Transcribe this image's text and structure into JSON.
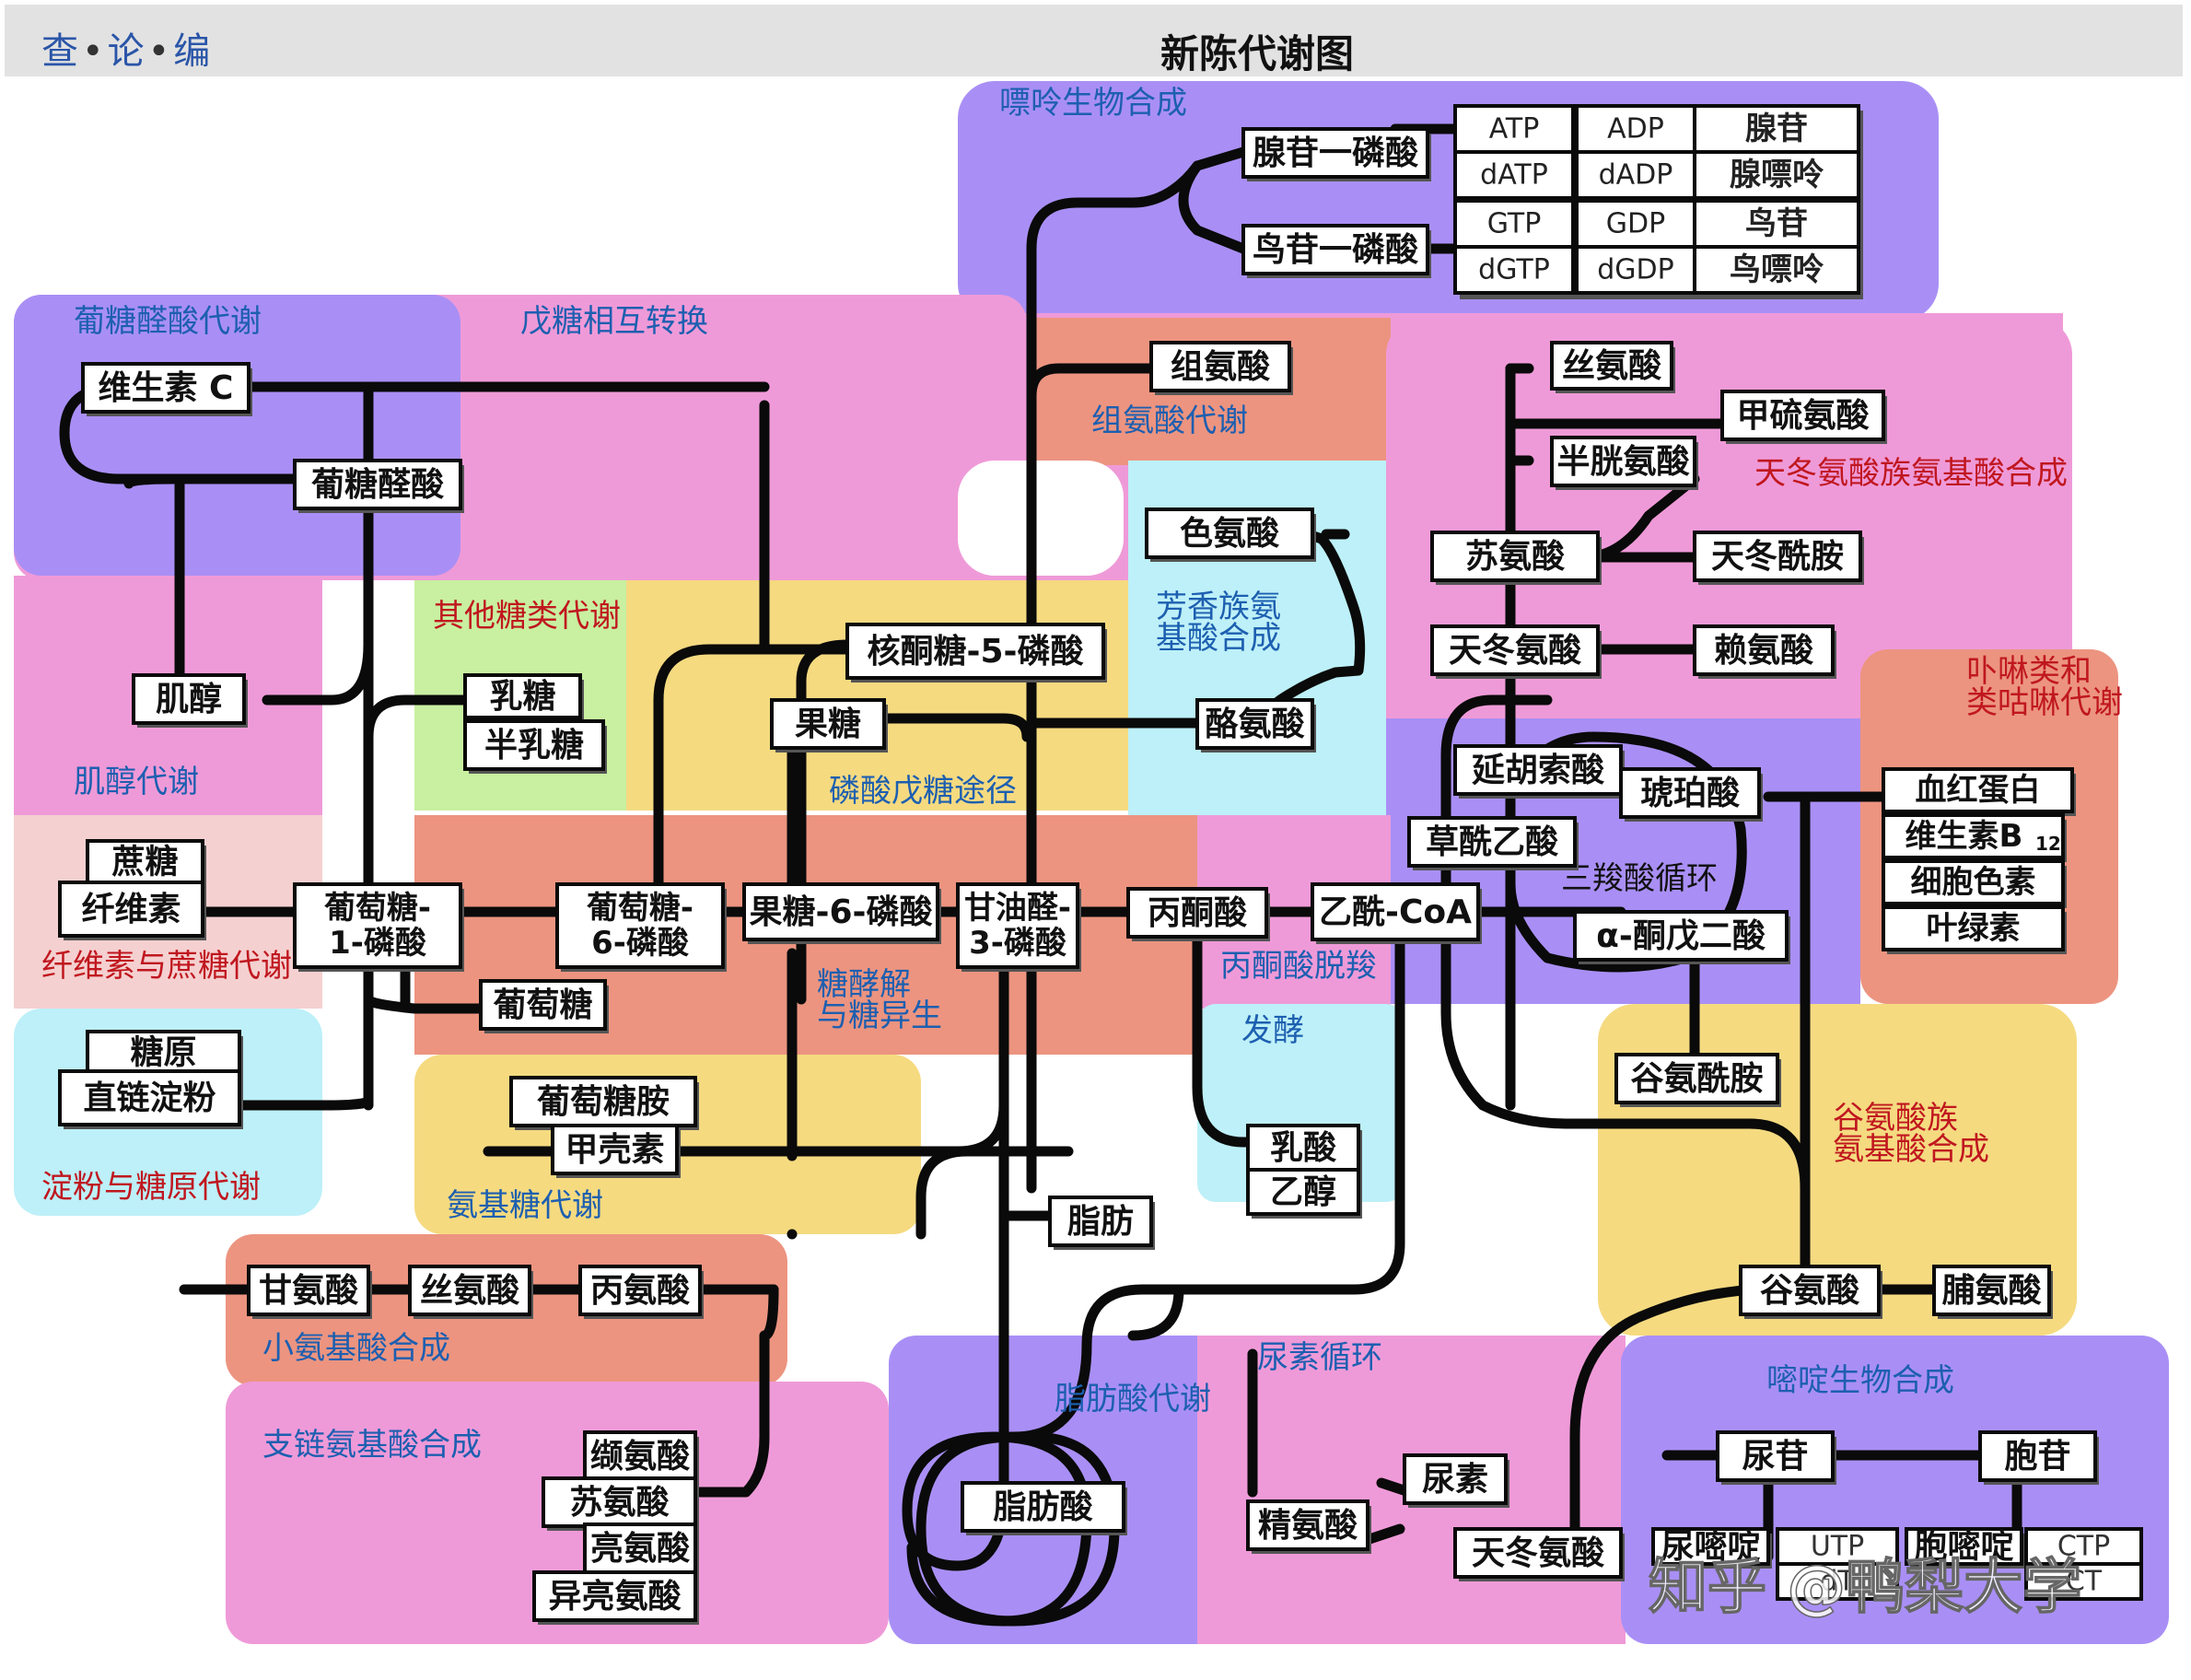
{
  "header": {
    "links": [
      "查",
      "论",
      "编"
    ],
    "separator": "•",
    "title": "新陈代谢图"
  },
  "colors": {
    "purple": "#a98ff5",
    "pink": "#ef9ad8",
    "salmon": "#ec9480",
    "yellow": "#f5da80",
    "cyan": "#bdf0f8",
    "green": "#c8f0a0",
    "lightpink": "#f5d0d0",
    "line": "#0a0a0a",
    "label_blue": "#1d5fb0",
    "label_red": "#c0171f"
  },
  "regions": [
    {
      "id": "purine",
      "label": "嘌呤生物合成",
      "color": "blue"
    },
    {
      "id": "glucuronate",
      "label": "葡糖醛酸代谢",
      "color": "blue"
    },
    {
      "id": "pentose",
      "label": "戊糖相互转换",
      "color": "blue"
    },
    {
      "id": "histidine",
      "label": "组氨酸代谢",
      "color": "blue"
    },
    {
      "id": "aspartate",
      "label": "天冬氨酸族氨基酸合成",
      "color": "red"
    },
    {
      "id": "other_sugar",
      "label": "其他糖类代谢",
      "color": "red"
    },
    {
      "id": "aromatic",
      "label": "芳香族氨\n基酸合成",
      "color": "blue"
    },
    {
      "id": "porphyrin",
      "label": "卟啉类和\n类咕啉代谢",
      "color": "red"
    },
    {
      "id": "inositol",
      "label": "肌醇代谢",
      "color": "blue"
    },
    {
      "id": "ppp",
      "label": "磷酸戊糖途径",
      "color": "blue"
    },
    {
      "id": "sucrose",
      "label": "纤维素与蔗糖代谢",
      "color": "red"
    },
    {
      "id": "glycolysis",
      "label": "糖酵解\n与糖异生",
      "color": "blue"
    },
    {
      "id": "pyruvate_dc",
      "label": "丙酮酸脱羧",
      "color": "blue"
    },
    {
      "id": "tca",
      "label": "三羧酸循环",
      "color": "black"
    },
    {
      "id": "fermentation",
      "label": "发酵",
      "color": "blue"
    },
    {
      "id": "glutamate",
      "label": "谷氨酸族\n氨基酸合成",
      "color": "red"
    },
    {
      "id": "starch",
      "label": "淀粉与糖原代谢",
      "color": "red"
    },
    {
      "id": "aminosugar",
      "label": "氨基糖代谢",
      "color": "blue"
    },
    {
      "id": "small_aa",
      "label": "小氨基酸合成",
      "color": "blue"
    },
    {
      "id": "urea",
      "label": "尿素循环",
      "color": "blue"
    },
    {
      "id": "fatty_acid",
      "label": "脂肪酸代谢",
      "color": "blue"
    },
    {
      "id": "pyrimidine",
      "label": "嘧啶生物合成",
      "color": "blue"
    },
    {
      "id": "branched",
      "label": "支链氨基酸合成",
      "color": "blue"
    }
  ],
  "nodes": [
    {
      "id": "amp",
      "label": "腺苷一磷酸"
    },
    {
      "id": "gmp",
      "label": "鸟苷一磷酸"
    },
    {
      "id": "vitc",
      "label": "维生素 C"
    },
    {
      "id": "glucuronic",
      "label": "葡糖醛酸"
    },
    {
      "id": "histidine",
      "label": "组氨酸"
    },
    {
      "id": "serine_top",
      "label": "丝氨酸"
    },
    {
      "id": "methionine",
      "label": "甲硫氨酸"
    },
    {
      "id": "cysteine",
      "label": "半胱氨酸"
    },
    {
      "id": "tryptophan",
      "label": "色氨酸"
    },
    {
      "id": "threonine_top",
      "label": "苏氨酸"
    },
    {
      "id": "asparagine",
      "label": "天冬酰胺"
    },
    {
      "id": "aspartate_top",
      "label": "天冬氨酸"
    },
    {
      "id": "lysine",
      "label": "赖氨酸"
    },
    {
      "id": "inositol",
      "label": "肌醇"
    },
    {
      "id": "lactose_sugar",
      "label": "乳糖"
    },
    {
      "id": "galactose",
      "label": "半乳糖"
    },
    {
      "id": "ribulose5p",
      "label": "核酮糖-5-磷酸"
    },
    {
      "id": "fructose",
      "label": "果糖"
    },
    {
      "id": "tyrosine",
      "label": "酪氨酸"
    },
    {
      "id": "fumarate",
      "label": "延胡索酸"
    },
    {
      "id": "succinate",
      "label": "琥珀酸"
    },
    {
      "id": "oxaloacetate",
      "label": "草酰乙酸"
    },
    {
      "id": "sucrose",
      "label": "蔗糖"
    },
    {
      "id": "cellulose",
      "label": "纤维素"
    },
    {
      "id": "g1p",
      "label": "葡萄糖-\n1-磷酸"
    },
    {
      "id": "g6p",
      "label": "葡萄糖-\n6-磷酸"
    },
    {
      "id": "f6p",
      "label": "果糖-6-磷酸"
    },
    {
      "id": "gap",
      "label": "甘油醛-\n3-磷酸"
    },
    {
      "id": "pyruvate",
      "label": "丙酮酸"
    },
    {
      "id": "acetylcoa",
      "label": "乙酰-CoA"
    },
    {
      "id": "akg",
      "label": "α-酮戊二酸"
    },
    {
      "id": "glucose",
      "label": "葡萄糖"
    },
    {
      "id": "glycogen",
      "label": "糖原"
    },
    {
      "id": "amylose",
      "label": "直链淀粉"
    },
    {
      "id": "glucosamine",
      "label": "葡萄糖胺"
    },
    {
      "id": "chitin",
      "label": "甲壳素"
    },
    {
      "id": "glutamine",
      "label": "谷氨酰胺"
    },
    {
      "id": "lactate",
      "label": "乳酸"
    },
    {
      "id": "ethanol",
      "label": "乙醇"
    },
    {
      "id": "fat",
      "label": "脂肪"
    },
    {
      "id": "glycine",
      "label": "甘氨酸"
    },
    {
      "id": "serine_bot",
      "label": "丝氨酸"
    },
    {
      "id": "alanine",
      "label": "丙氨酸"
    },
    {
      "id": "glutamate",
      "label": "谷氨酸"
    },
    {
      "id": "proline",
      "label": "脯氨酸"
    },
    {
      "id": "valine",
      "label": "缬氨酸"
    },
    {
      "id": "threonine_bot",
      "label": "苏氨酸"
    },
    {
      "id": "leucine",
      "label": "亮氨酸"
    },
    {
      "id": "isoleucine",
      "label": "异亮氨酸"
    },
    {
      "id": "fattyacid",
      "label": "脂肪酸"
    },
    {
      "id": "arginine",
      "label": "精氨酸"
    },
    {
      "id": "urea",
      "label": "尿素"
    },
    {
      "id": "aspartate_bot",
      "label": "天冬氨酸"
    },
    {
      "id": "uridine",
      "label": "尿苷"
    },
    {
      "id": "cytidine",
      "label": "胞苷"
    },
    {
      "id": "uracil",
      "label": "尿嘧啶"
    },
    {
      "id": "cytosine",
      "label": "胞嘧啶"
    }
  ],
  "purine_table": [
    [
      "ATP",
      "ADP",
      "腺苷"
    ],
    [
      "dATP",
      "dADP",
      "腺嘌呤"
    ],
    [
      "GTP",
      "GDP",
      "鸟苷"
    ],
    [
      "dGTP",
      "dGDP",
      "鸟嘌呤"
    ]
  ],
  "porphyrin_list": [
    "血红蛋白",
    "维生素B",
    "细胞色素",
    "叶绿素"
  ],
  "vitb_subscript": "12",
  "pyrimidine_small": [
    "UTP",
    "CTP",
    "dT",
    "CT"
  ],
  "watermark": "知乎 @鸭梨大学"
}
